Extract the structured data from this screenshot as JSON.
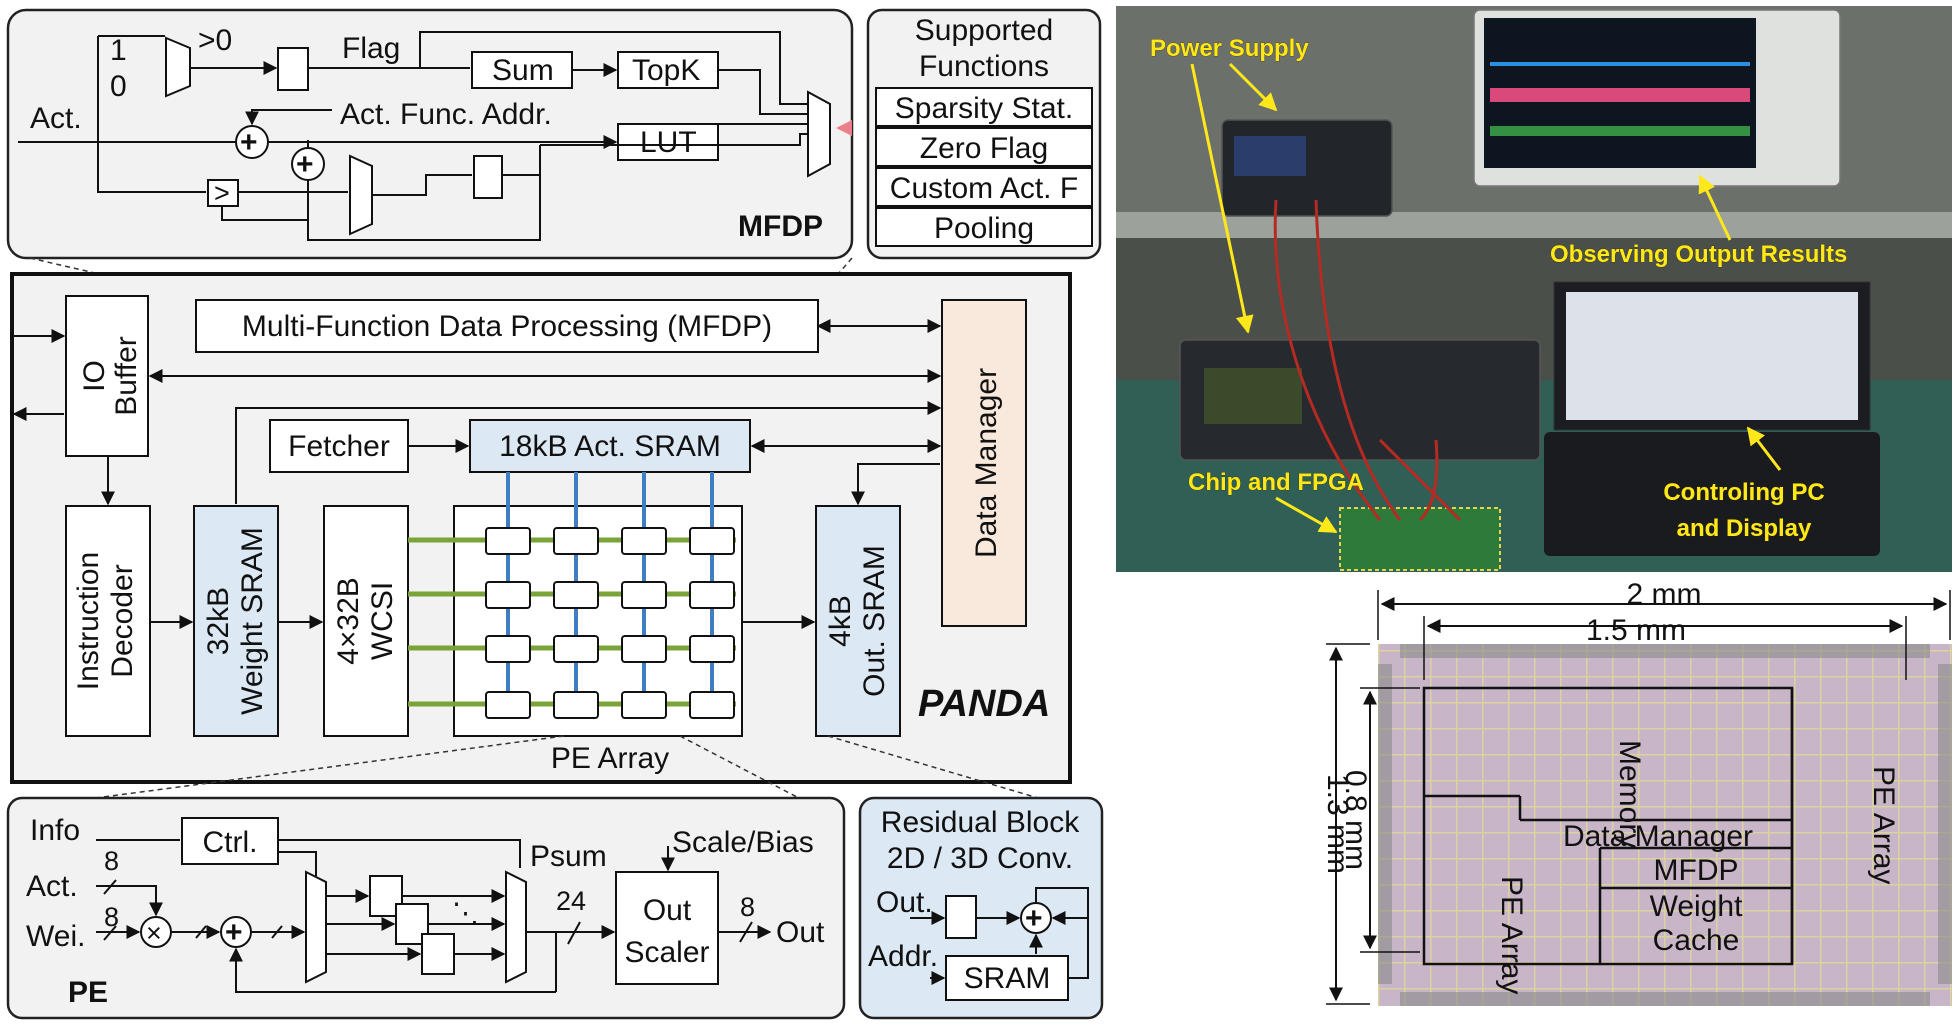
{
  "mfdp_panel": {
    "title": "MFDP",
    "act_label": "Act.",
    "one_label": "1",
    "zero_label": "0",
    "gt_zero_label": ">0",
    "flag_label": "Flag",
    "sum_label": "Sum",
    "topk_label": "TopK",
    "act_func_addr_label": "Act. Func. Addr.",
    "lut_label": "LUT",
    "comparator_label": ">",
    "plus_symbol": "+"
  },
  "supported_functions": {
    "header_line1": "Supported",
    "header_line2": "Functions",
    "items": [
      "Sparsity Stat.",
      "Zero Flag",
      "Custom Act. F",
      "Pooling"
    ]
  },
  "panda_panel": {
    "title": "PANDA",
    "mfdp_block": "Multi-Function Data Processing (MFDP)",
    "io_buffer_line1": "IO",
    "io_buffer_line2": "Buffer",
    "data_manager": "Data Manager",
    "fetcher": "Fetcher",
    "act_sram": "18kB Act. SRAM",
    "instruction_decoder_line1": "Instruction",
    "instruction_decoder_line2": "Decoder",
    "weight_sram_line1": "32kB",
    "weight_sram_line2": "Weight SRAM",
    "wcsi_line1": "4×32B",
    "wcsi_line2": "WCSI",
    "out_sram_line1": "4kB",
    "out_sram_line2": "Out. SRAM",
    "pe_array_label": "PE Array"
  },
  "pe_panel": {
    "title": "PE",
    "info_label": "Info",
    "ctrl_label": "Ctrl.",
    "act_label": "Act.",
    "wei_label": "Wei.",
    "act_width": "8",
    "wei_width": "8",
    "psum_label": "Psum",
    "psum_width": "24",
    "scale_bias_label": "Scale/Bias",
    "out_scaler_line1": "Out",
    "out_scaler_line2": "Scaler",
    "out_width": "8",
    "out_label": "Out",
    "dots": "⋱",
    "times_symbol": "×",
    "plus_symbol": "+"
  },
  "residual_panel": {
    "title_line1": "Residual Block",
    "title_line2": "2D / 3D Conv.",
    "out_label": "Out.",
    "addr_label": "Addr.",
    "sram_label": "SRAM",
    "plus_symbol": "+"
  },
  "photo_annotations": {
    "power_supply": "Power Supply",
    "observing_output": "Observing Output Results",
    "chip_fpga": "Chip and FPGA",
    "controlling_pc_line1": "Controling PC",
    "controlling_pc_line2": "and Display"
  },
  "die_photo": {
    "dim_2mm": "2 mm",
    "dim_15mm": "1.5 mm",
    "dim_08mm": "0.8 mm",
    "dim_13mm": "1.3 mm",
    "memory": "Memory",
    "pe_array_right": "PE Array",
    "pe_array_left": "PE Array",
    "data_manager": "Data Manager",
    "mfdp": "MFDP",
    "weight_cache_line1": "Weight",
    "weight_cache_line2": "Cache"
  }
}
